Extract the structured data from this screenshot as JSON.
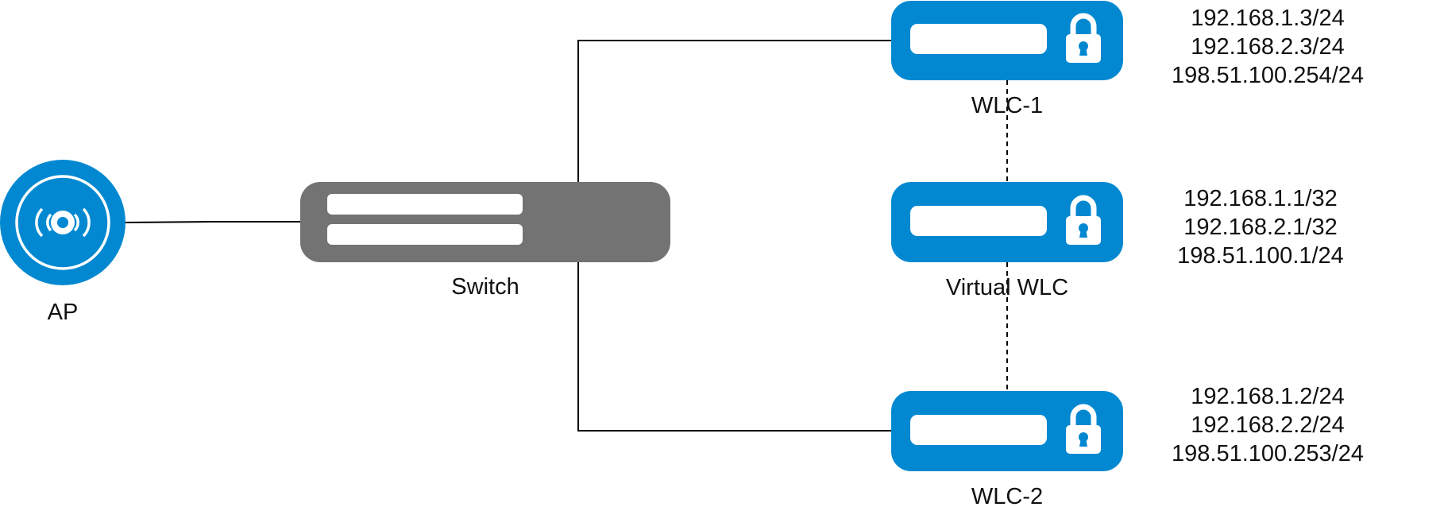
{
  "colors": {
    "wlc_blue": "#0288d1",
    "switch_gray": "#737373",
    "ap_blue": "#0288d1",
    "line": "#000000",
    "white": "#ffffff"
  },
  "nodes": {
    "ap": {
      "label": "AP",
      "icon": "wireless-access-point-icon"
    },
    "switch": {
      "label": "Switch",
      "icon": "network-switch-icon"
    },
    "wlc1": {
      "label": "WLC-1",
      "icon": "secure-controller-icon",
      "ips": [
        "192.168.1.3/24",
        "192.168.2.3/24",
        "198.51.100.254/24"
      ]
    },
    "vwlc": {
      "label": "Virtual WLC",
      "icon": "secure-controller-icon",
      "ips": [
        "192.168.1.1/32",
        "192.168.2.1/32",
        "198.51.100.1/24"
      ]
    },
    "wlc2": {
      "label": "WLC-2",
      "icon": "secure-controller-icon",
      "ips": [
        "192.168.1.2/24",
        "192.168.2.2/24",
        "198.51.100.253/24"
      ]
    }
  },
  "links": [
    {
      "from": "ap",
      "to": "switch",
      "style": "solid"
    },
    {
      "from": "switch",
      "to": "wlc1",
      "style": "solid"
    },
    {
      "from": "switch",
      "to": "wlc2",
      "style": "solid"
    },
    {
      "from": "wlc1",
      "to": "vwlc",
      "style": "dashed"
    },
    {
      "from": "vwlc",
      "to": "wlc2",
      "style": "dashed"
    }
  ]
}
